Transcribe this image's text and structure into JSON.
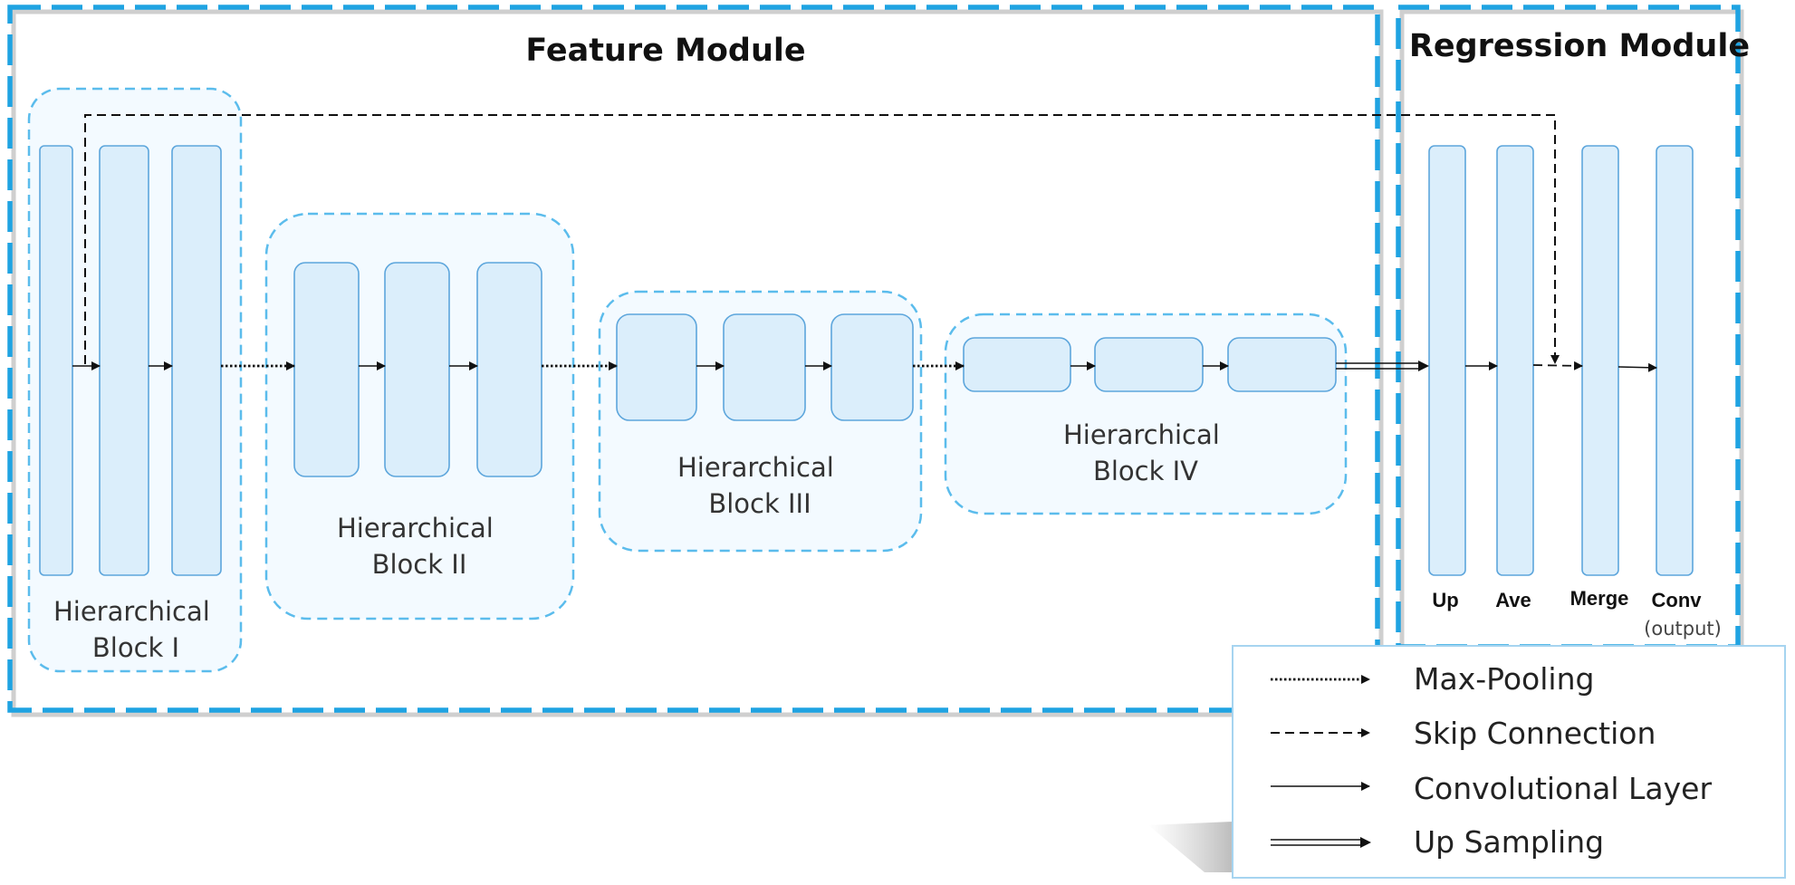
{
  "modules": {
    "feature": {
      "title": "Feature Module"
    },
    "regression": {
      "title": "Regression Module"
    }
  },
  "blocks": [
    {
      "line1": "Hierarchical",
      "line2": "Block  I"
    },
    {
      "line1": "Hierarchical",
      "line2": "Block  II"
    },
    {
      "line1": "Hierarchical",
      "line2": "Block  III"
    },
    {
      "line1": "Hierarchical",
      "line2": "Block IV"
    }
  ],
  "regression_layers": {
    "up": "Up",
    "ave": "Ave",
    "merge": "Merge",
    "conv": "Conv",
    "conv_note": "(output)"
  },
  "legend": {
    "max_pooling": "Max-Pooling",
    "skip_connection": "Skip Connection",
    "conv_layer": "Convolutional Layer",
    "up_sampling": "Up Sampling"
  },
  "colors": {
    "module_border": "#1fa3e2",
    "block_border": "#5bbcec",
    "block_fill": "#f3faff",
    "layer_fill": "#dbeefb",
    "layer_border": "#5da6dc",
    "legend_border": "#a6d4f0"
  }
}
